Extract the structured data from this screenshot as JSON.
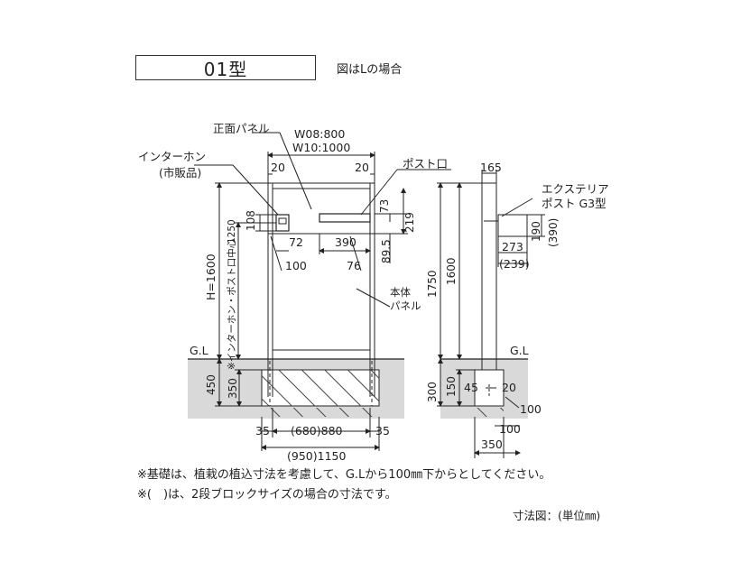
{
  "header": {
    "type_label": "01型",
    "subtitle": "図はLの場合"
  },
  "front_view": {
    "panel_label": "正面パネル",
    "width_w08": "W08:800",
    "width_w10": "W10:1000",
    "intercom_label": "インターホン",
    "intercom_note": "(市販品)",
    "post_slot_label": "ポスト口",
    "body_panel_label_1": "本体",
    "body_panel_label_2": "パネル",
    "height_label": "H=1600",
    "intercom_center_label": "※インターホン・ポスト口中心",
    "intercom_center_value": "1250",
    "dim_top_left": "20",
    "dim_top_right": "20",
    "dim_108": "108",
    "dim_72": "72",
    "dim_390": "390",
    "dim_73": "73",
    "dim_219": "219",
    "dim_89_5": "89.5",
    "dim_100": "100",
    "dim_76": "76",
    "gl_label": "G.L",
    "dim_450": "450",
    "dim_350": "350",
    "dim_35_left": "35",
    "dim_35_right": "35",
    "dim_880": "(680)880",
    "dim_1150": "(950)1150"
  },
  "side_view": {
    "dim_165": "165",
    "post_label_1": "エクステリア",
    "post_label_2": "ポスト G3型",
    "dim_190": "190",
    "dim_390_paren": "(390)",
    "dim_273": "273",
    "dim_239": "(239)",
    "dim_1750": "1750",
    "dim_1600": "1600",
    "gl_label": "G.L",
    "dim_300": "300",
    "dim_150": "150",
    "dim_45": "45",
    "dim_20": "20",
    "dim_100_right": "100",
    "dim_100_bottom": "100",
    "dim_350": "350"
  },
  "notes": {
    "line1": "※基礎は、植栽の植込寸法を考慮して、G.Lから100㎜下からとしてください。",
    "line2": "※(　)は、2段ブロックサイズの場合の寸法です。",
    "units": "寸法図：(単位㎜)"
  },
  "colors": {
    "line": "#222222",
    "ground": "#d9d9d9",
    "hatch": "#444444"
  }
}
